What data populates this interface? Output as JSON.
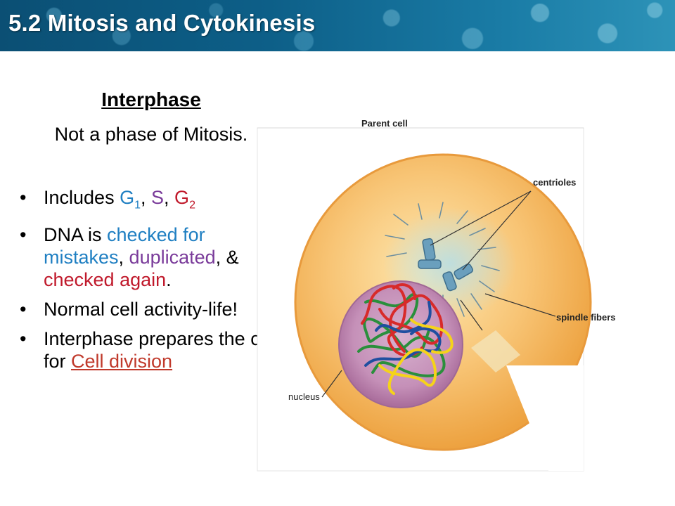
{
  "header": {
    "title": "5.2 Mitosis and Cytokinesis"
  },
  "content": {
    "heading": "Interphase",
    "subtitle": "Not a phase of Mitosis.",
    "bullet_symbol": "•",
    "bullets": {
      "b1": {
        "text": "Includes ",
        "g": "G",
        "one": "1",
        "comma1": ", ",
        "s": "S",
        "comma2": ", ",
        "g2": "G",
        "two": "2"
      },
      "b2": {
        "text": "DNA is ",
        "checked": "checked for mistakes",
        "sep1": ", ",
        "duplicated": "duplicated",
        "sep2": ", & ",
        "again": "checked again",
        "end": "."
      },
      "b3": {
        "text": "Normal cell activity-life!"
      },
      "b4": {
        "text": "Interphase prepares the cell for ",
        "link": "Cell division"
      }
    }
  },
  "diagram": {
    "labels": {
      "parent_cell": "Parent cell",
      "centrioles": "centrioles",
      "spindle_fibers": "spindle fibers",
      "nucleus": "nucleus"
    }
  },
  "colors": {
    "header_bg": "#0d5f88",
    "blue_text": "#1f7fc2",
    "purple_text": "#7a3b9a",
    "red_text": "#c0192b",
    "cytoplasm": "#f4b45a",
    "nucleus": "#c98fb8"
  }
}
